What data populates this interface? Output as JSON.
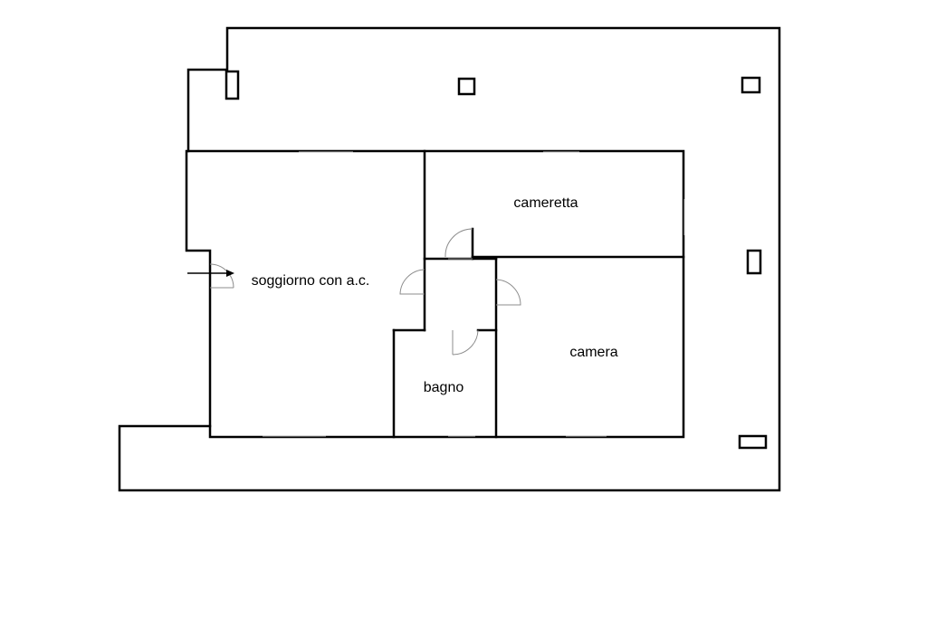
{
  "floor_plan": {
    "rooms": {
      "living_room": "soggiorno con a.c.",
      "small_bedroom": "cameretta",
      "bedroom": "camera",
      "bathroom": "bagno"
    },
    "colors": {
      "walls": "#000000",
      "doors": "#8c8c8c",
      "background": "#ffffff"
    }
  }
}
